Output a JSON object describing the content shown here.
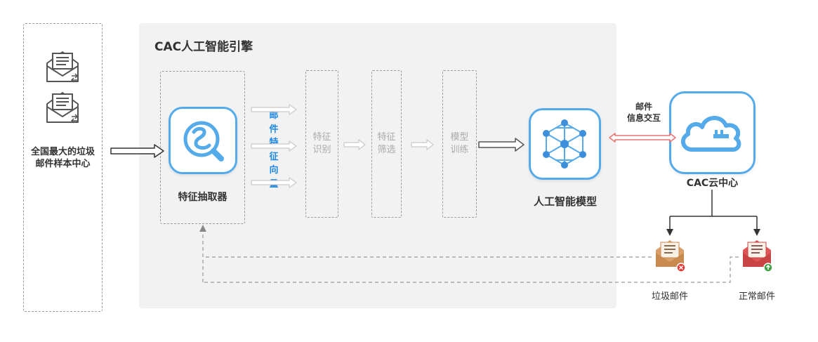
{
  "source_center": {
    "label_line1": "全国最大的垃圾",
    "label_line2": "邮件样本中心"
  },
  "engine": {
    "title": "CAC人工智能引擎",
    "extractor_label": "特征抽取器",
    "feature_vector_chars": [
      "邮",
      "件",
      "特",
      "征",
      "向",
      "量"
    ],
    "stages": [
      {
        "label": "特征\n识别"
      },
      {
        "label": "特征\n筛选"
      },
      {
        "label": "模型\n训练"
      }
    ]
  },
  "ai_model": {
    "label": "人工智能模型"
  },
  "exchange": {
    "line1": "邮件",
    "line2": "信息交互"
  },
  "cloud": {
    "label": "CAC云中心"
  },
  "outputs": {
    "spam_label": "垃圾邮件",
    "normal_label": "正常邮件"
  },
  "colors": {
    "accent_blue": "#1e88e5",
    "tile_border": "#55aaea",
    "exchange_arrow": "#e57373",
    "spam_mail": "#d9a06a",
    "normal_mail": "#e05555"
  },
  "icons": {
    "mail_sample_1": "mail-envelope-icon",
    "mail_sample_2": "mail-envelope-icon",
    "extractor": "search-magnifier-icon",
    "ai_model": "neural-network-cube-icon",
    "cloud": "cloud-icon",
    "spam": "spam-mail-icon",
    "normal": "normal-mail-icon"
  }
}
